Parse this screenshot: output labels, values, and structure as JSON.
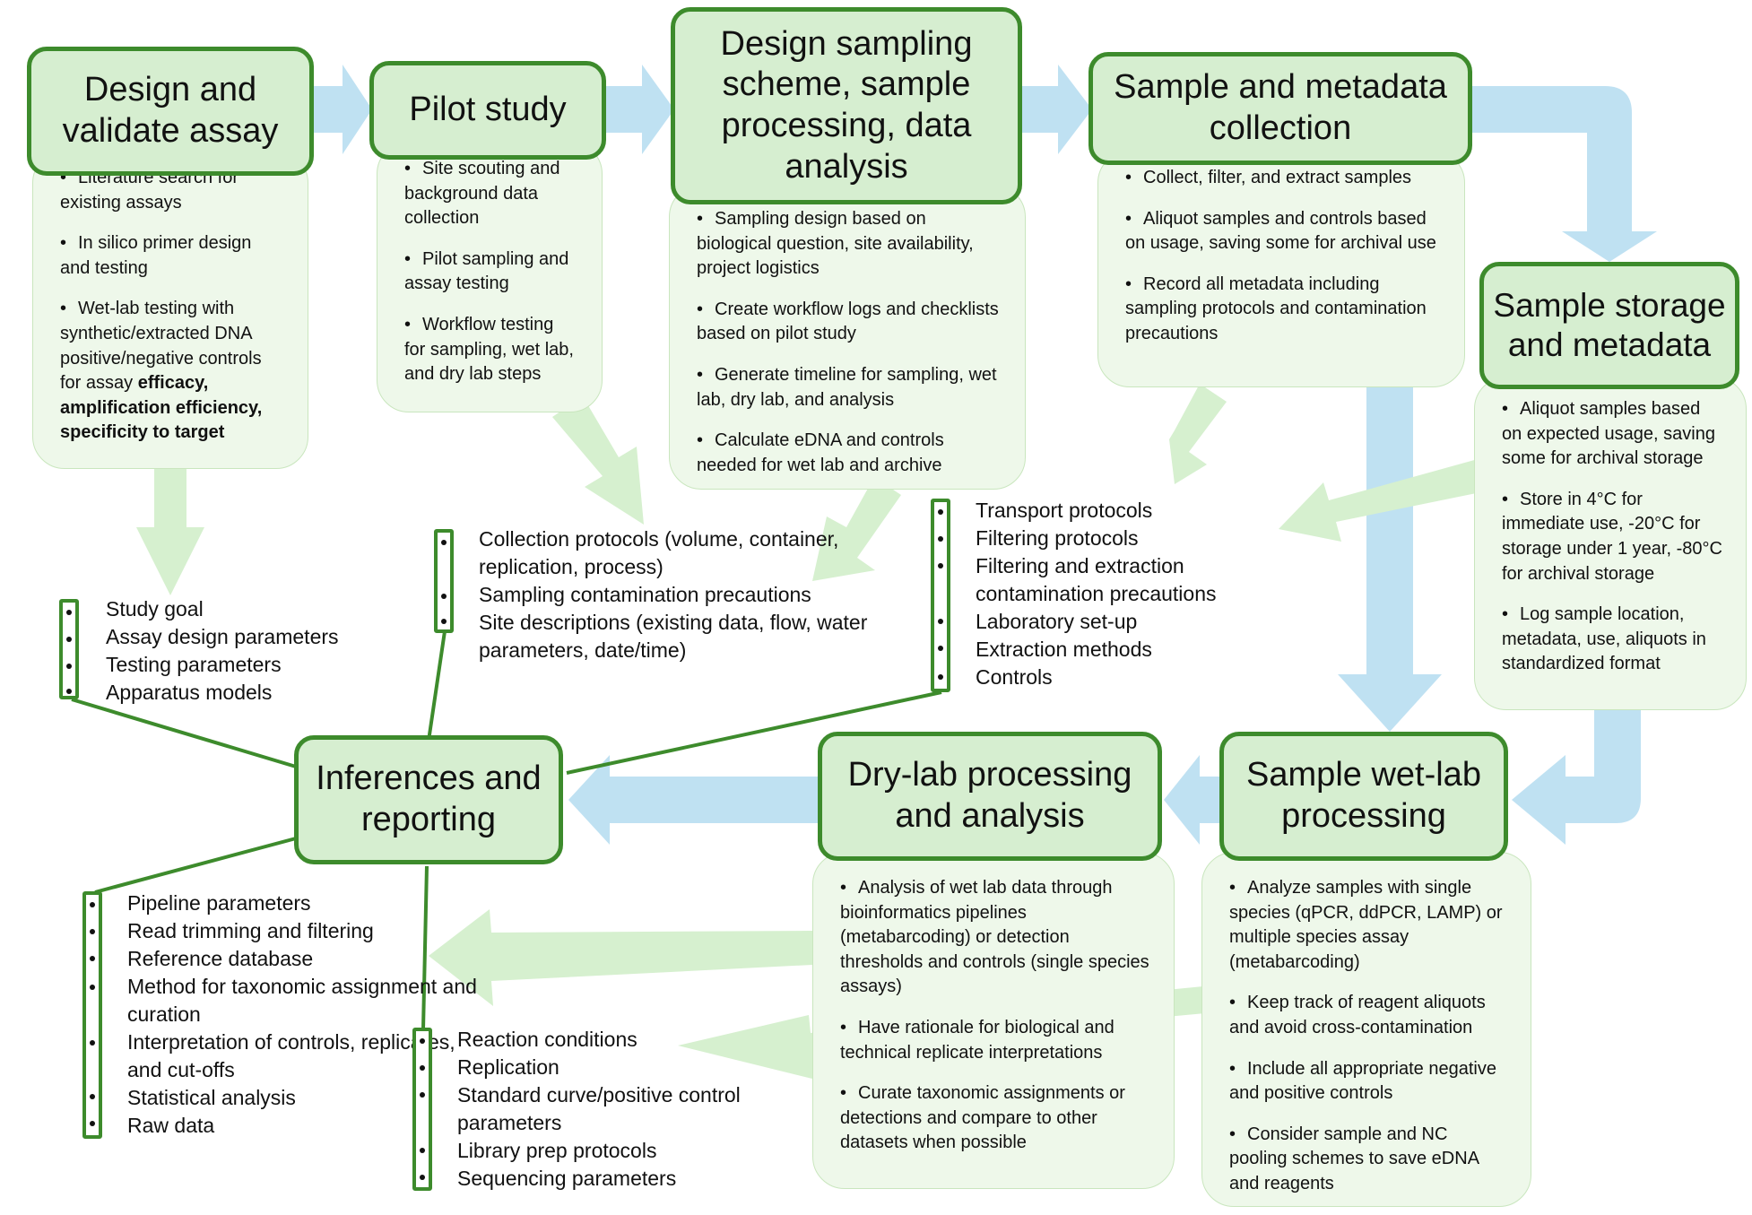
{
  "colors": {
    "stage_fill": "#d6eed0",
    "stage_border": "#3d8b2c",
    "detail_fill": "#eef8ea",
    "flow_arrow": "#bfe1f2",
    "doc_arrow": "#d6f0cf",
    "connector": "#3d8b2c"
  },
  "stages": {
    "assay": "Design and validate assay",
    "pilot": "Pilot study",
    "design": "Design sampling scheme, sample processing, data analysis",
    "collection": "Sample and metadata collection",
    "storage": "Sample storage and metadata",
    "wetlab": "Sample wet-lab processing",
    "drylab": "Dry-lab processing and analysis",
    "inferences": "Inferences and reporting"
  },
  "details": {
    "assay": [
      {
        "text": "Literature search for existing assays"
      },
      {
        "text": "In silico primer design and testing"
      },
      {
        "text": "Wet-lab testing with synthetic/extracted DNA positive/negative controls for assay ",
        "bold": "efficacy, amplification efficiency, specificity to target"
      }
    ],
    "pilot": [
      {
        "text": "Site scouting and background data collection"
      },
      {
        "text": "Pilot sampling and assay testing"
      },
      {
        "text": "Workflow testing for sampling, wet lab, and dry lab steps"
      }
    ],
    "design": [
      {
        "text": "Sampling design based on biological question, site availability, project logistics"
      },
      {
        "text": "Create workflow logs and checklists based on pilot study"
      },
      {
        "text": "Generate timeline for sampling, wet lab, dry lab, and analysis"
      },
      {
        "text": "Calculate eDNA and controls needed for wet lab and archive"
      }
    ],
    "collection": [
      {
        "text": "Collect, filter, and extract samples"
      },
      {
        "text": "Aliquot samples and controls based on usage, saving some for archival use"
      },
      {
        "text": "Record all metadata including sampling protocols and contamination precautions"
      }
    ],
    "storage": [
      {
        "text": "Aliquot samples based on expected usage, saving some for archival storage"
      },
      {
        "text": "Store in 4°C for immediate use, -20°C for storage under 1 year, -80°C for archival storage"
      },
      {
        "text": "Log sample location, metadata, use, aliquots in standardized format"
      }
    ],
    "wetlab": [
      {
        "text": "Analyze samples with single species (qPCR, ddPCR, LAMP) or multiple species assay (metabarcoding)"
      },
      {
        "text": "Keep track of reagent aliquots and avoid cross-contamination"
      },
      {
        "text": "Include all appropriate negative and positive controls"
      },
      {
        "text": "Consider sample and NC pooling schemes to save eDNA and reagents"
      }
    ],
    "drylab": [
      {
        "text": "Analysis of wet lab data through bioinformatics pipelines (metabarcoding) or detection thresholds and controls (single species assays)"
      },
      {
        "text": "Have rationale for biological and technical replicate interpretations"
      },
      {
        "text": "Curate taxonomic assignments or detections  and compare to other datasets when possible"
      }
    ]
  },
  "reporting_lists": {
    "study": [
      "Study goal",
      "Assay design parameters",
      "Testing parameters",
      "Apparatus models"
    ],
    "collection": [
      "Collection protocols (volume, container, replication, process)",
      "Sampling contamination precautions",
      "Site descriptions (existing data, flow, water parameters, date/time)"
    ],
    "lab": [
      "Transport protocols",
      "Filtering protocols",
      "Filtering and extraction contamination precautions",
      "Laboratory set-up",
      "Extraction methods",
      "Controls"
    ],
    "analysis": [
      "Pipeline parameters",
      "Read trimming and filtering",
      "Reference database",
      "Method for taxonomic assignment and curation",
      "Interpretation of controls, replicates, and cut-offs",
      "Statistical analysis",
      "Raw data"
    ],
    "wetlab": [
      "Reaction conditions",
      "Replication",
      "Standard curve/positive control parameters",
      "Library prep protocols",
      "Sequencing parameters"
    ]
  }
}
